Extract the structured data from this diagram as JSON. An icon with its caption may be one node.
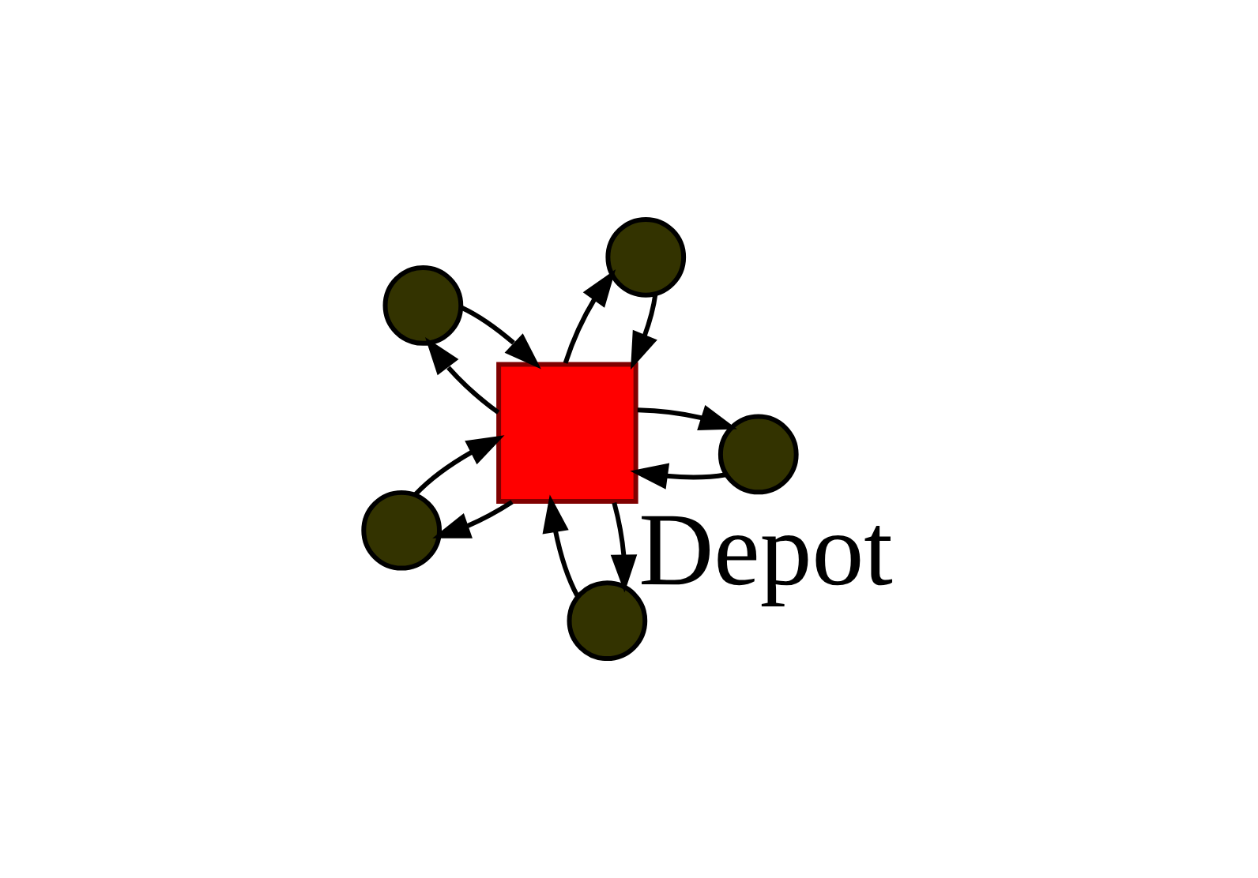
{
  "diagram": {
    "nodes": [
      {
        "text": [],
        "shape": "circle"
      },
      {
        "text": [],
        "shape": "circle"
      },
      {
        "text": [],
        "shape": "circle"
      },
      {
        "text": [],
        "shape": "box",
        "beside": [
          "Depot"
        ]
      },
      {
        "text": [],
        "shape": "circle"
      },
      {
        "text": [],
        "shape": "circle"
      }
    ],
    "edges": [
      {
        "from": 0,
        "to": 3,
        "arrow": "to"
      },
      {
        "from": 3,
        "to": 0,
        "arrow": "to"
      },
      {
        "from": 1,
        "to": 3,
        "arrow": "to"
      },
      {
        "from": 3,
        "to": 1,
        "arrow": "to"
      },
      {
        "from": 2,
        "to": 3,
        "arrow": "to"
      },
      {
        "from": 3,
        "to": 2,
        "arrow": "to"
      },
      {
        "from": 3,
        "to": 4,
        "arrow": "to"
      },
      {
        "from": 4,
        "to": 3,
        "arrow": "to"
      },
      {
        "from": 3,
        "to": 5,
        "arrow": "to"
      },
      {
        "from": 5,
        "to": 3,
        "arrow": "to"
      }
    ]
  }
}
